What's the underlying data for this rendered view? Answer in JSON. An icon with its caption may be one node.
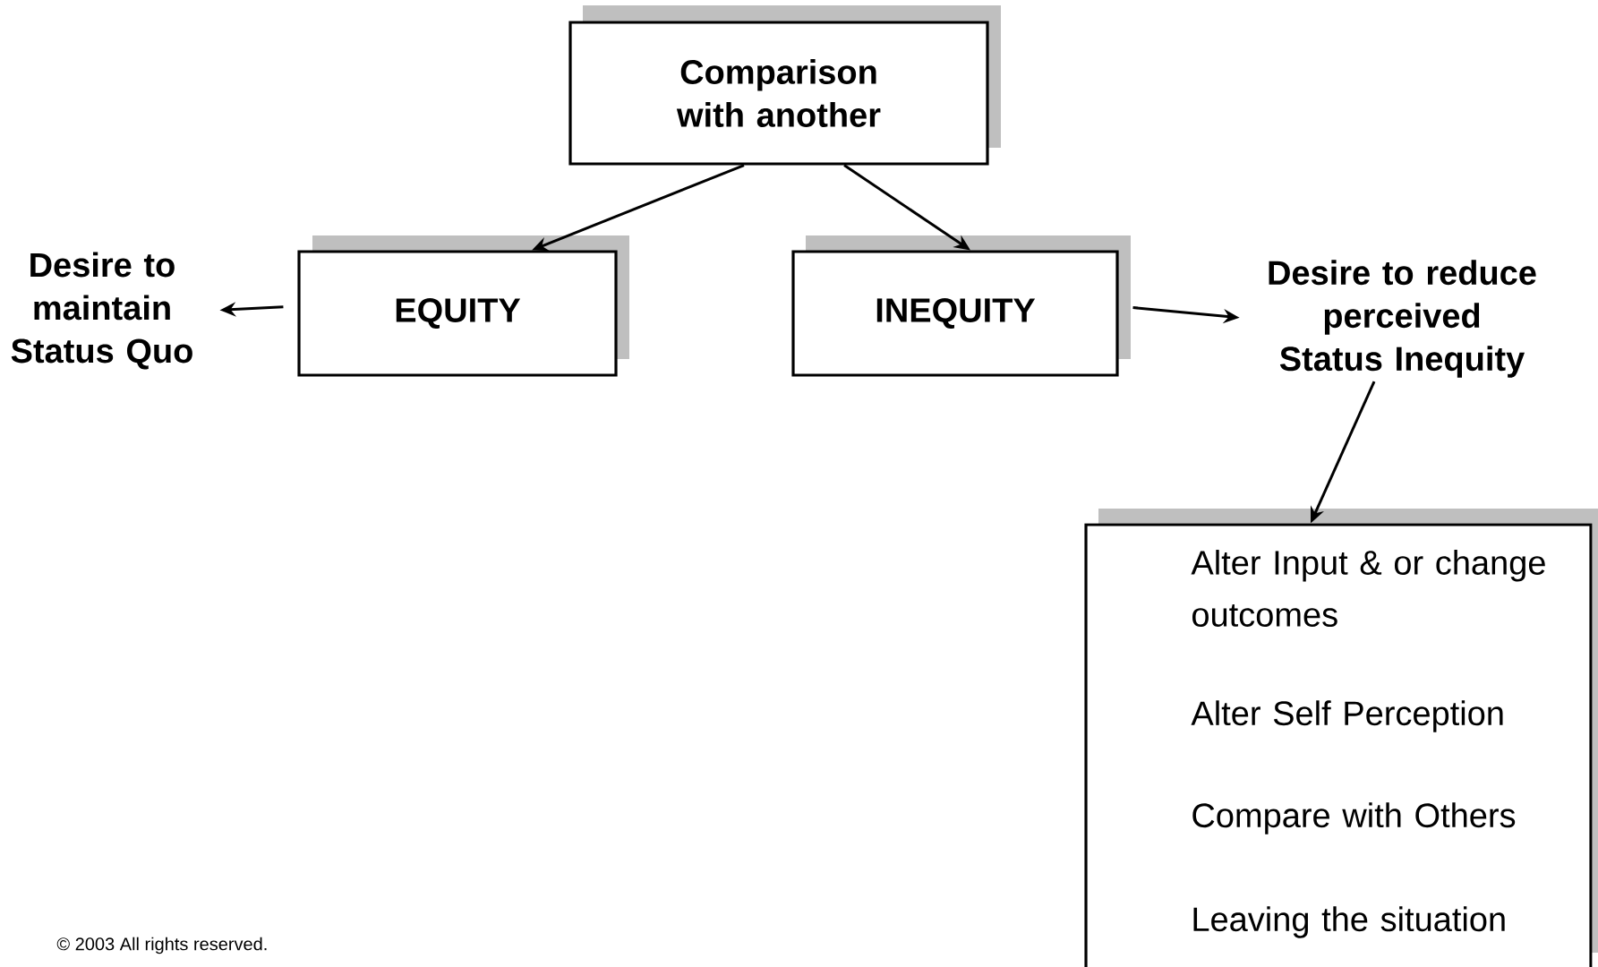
{
  "diagram": {
    "nodes": [
      {
        "text": [
          "Comparison with another"
        ]
      },
      {
        "text": [
          "EQUITY"
        ]
      },
      {
        "text": [
          "INEQUITY"
        ]
      },
      {
        "text": [
          "Desire to maintain Status Quo"
        ]
      },
      {
        "text": [
          "Desire to reduce perceived Status Inequity"
        ]
      },
      {
        "text": [
          "Alter Input & or change outcomes",
          "Alter Self Perception",
          "Compare with Others",
          "Leaving the situation"
        ]
      }
    ],
    "edges": [
      {
        "from": 0,
        "to": 1,
        "arrow": "to"
      },
      {
        "from": 0,
        "to": 2,
        "arrow": "to"
      },
      {
        "from": 1,
        "to": 3,
        "arrow": "to"
      },
      {
        "from": 2,
        "to": 4,
        "arrow": "to"
      },
      {
        "from": 4,
        "to": 5,
        "arrow": "to"
      }
    ],
    "labels": [
      "© 2003 All rights reserved."
    ]
  }
}
